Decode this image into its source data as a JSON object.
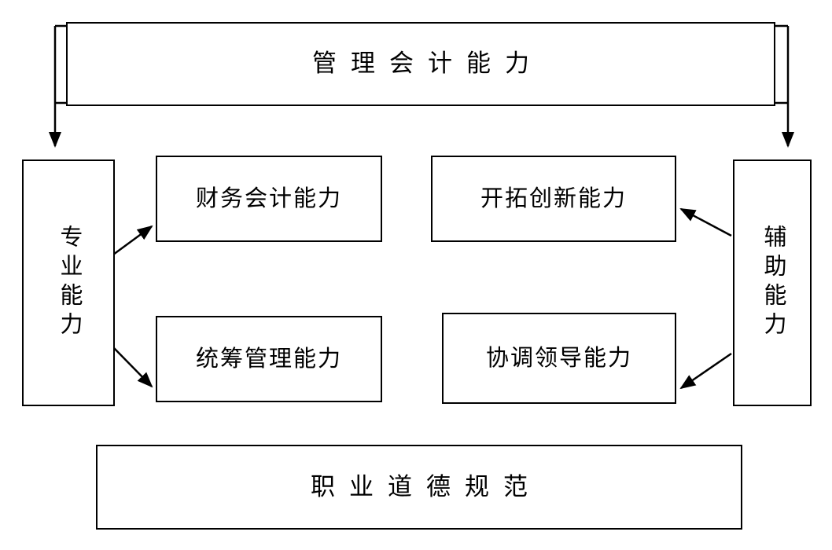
{
  "diagram": {
    "title_banner": {
      "label": "管理会计能力"
    },
    "footer_banner": {
      "label": "职业道德规范"
    },
    "left_box": {
      "label": "专业能力"
    },
    "right_box": {
      "label": "辅助能力"
    },
    "boxes": [
      {
        "id": "financial-accounting",
        "label": "财务会计能力"
      },
      {
        "id": "overall-management",
        "label": "统筹管理能力"
      },
      {
        "id": "pioneering-innovation",
        "label": "开拓创新能力"
      },
      {
        "id": "coordination-leadership",
        "label": "协调领导能力"
      }
    ],
    "colors": {
      "stroke": "#000000",
      "background": "#ffffff",
      "text": "#000000"
    }
  }
}
